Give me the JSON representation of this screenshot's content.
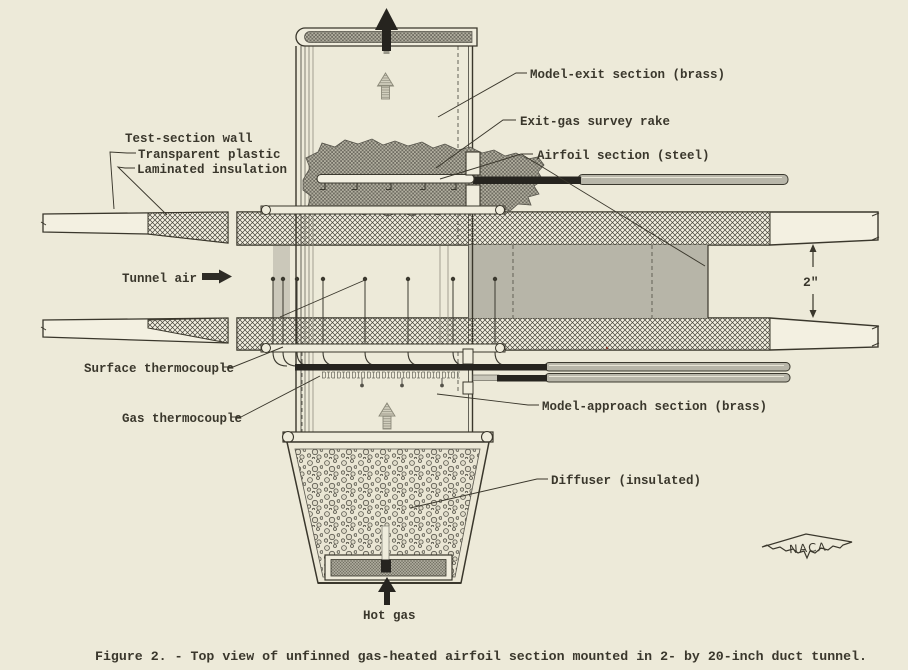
{
  "labels": {
    "test_section_wall": "Test-section wall",
    "transparent_plastic": "Transparent plastic",
    "laminated_insulation": "Laminated insulation",
    "model_exit": "Model-exit section (brass)",
    "exit_gas_survey_rake": "Exit-gas survey rake",
    "airfoil_section": "Airfoil section (steel)",
    "tunnel_air": "Tunnel air",
    "surface_thermocouple": "Surface thermocouple",
    "gas_thermocouple": "Gas thermocouple",
    "model_approach": "Model-approach section (brass)",
    "diffuser": "Diffuser (insulated)",
    "hot_gas": "Hot gas"
  },
  "dimension": "2\"",
  "logo_text": "NACA",
  "caption": "Figure 2. - Top view of unfinned gas-heated airfoil section mounted in 2- by 20-inch duct tunnel.",
  "arrows": {
    "exit_flow": "up",
    "tunnel_air_flow": "right",
    "hot_gas_inlet": "up",
    "duct_gap_dimension": "vertical-double"
  },
  "colors": {
    "paper": "#edead9",
    "ink": "#3a372c",
    "metal_gray": "#b7b5a8",
    "cloud_gray": "#b3b0a1",
    "insulation_cream": "#eae6d4",
    "rod_black": "#26241f"
  }
}
